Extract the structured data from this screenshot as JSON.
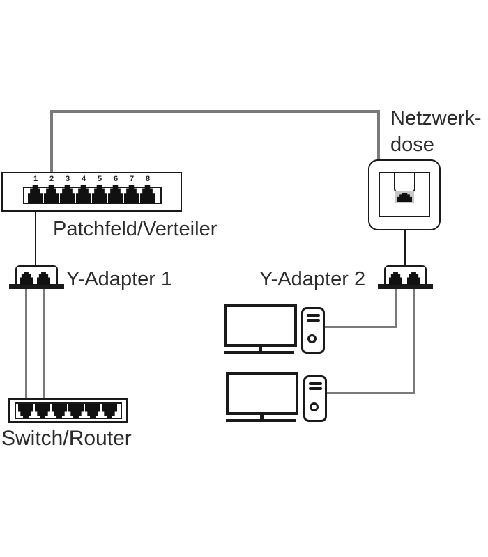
{
  "colors": {
    "cable_gray": "#7a7a7a",
    "cable_black": "#1a1a1a",
    "device_outline": "#1a1a1a",
    "port_fill": "#111111",
    "jack_shade": "#c8c8c8",
    "background": "#ffffff"
  },
  "patch_panel": {
    "label": "Patchfeld/Verteiler",
    "port_numbers": [
      "1",
      "2",
      "3",
      "4",
      "5",
      "6",
      "7",
      "8"
    ]
  },
  "wall_outlet": {
    "label_line1": "Netzwerk-",
    "label_line2": "dose"
  },
  "y_adapter_1": {
    "label": "Y-Adapter 1",
    "port_count": 2
  },
  "y_adapter_2": {
    "label": "Y-Adapter 2",
    "port_count": 2
  },
  "switch": {
    "label": "Switch/Router",
    "port_count": 6
  },
  "computers": [
    {
      "name": "pc-1",
      "parts": [
        "monitor",
        "tower"
      ]
    },
    {
      "name": "pc-2",
      "parts": [
        "monitor",
        "tower"
      ]
    }
  ],
  "connections": [
    {
      "from": "patch-panel-top",
      "to": "wall-outlet",
      "color": "gray"
    },
    {
      "from": "patch-panel-port-1",
      "to": "y-adapter-1",
      "color": "black"
    },
    {
      "from": "y-adapter-1-port-1",
      "to": "switch-port-1",
      "color": "gray"
    },
    {
      "from": "y-adapter-1-port-2",
      "to": "switch-port-2",
      "color": "gray"
    },
    {
      "from": "wall-outlet-jack",
      "to": "y-adapter-2",
      "color": "black"
    },
    {
      "from": "y-adapter-2-port-1",
      "to": "pc-1-tower",
      "color": "gray"
    },
    {
      "from": "y-adapter-2-port-2",
      "to": "pc-2-tower",
      "color": "gray"
    }
  ]
}
